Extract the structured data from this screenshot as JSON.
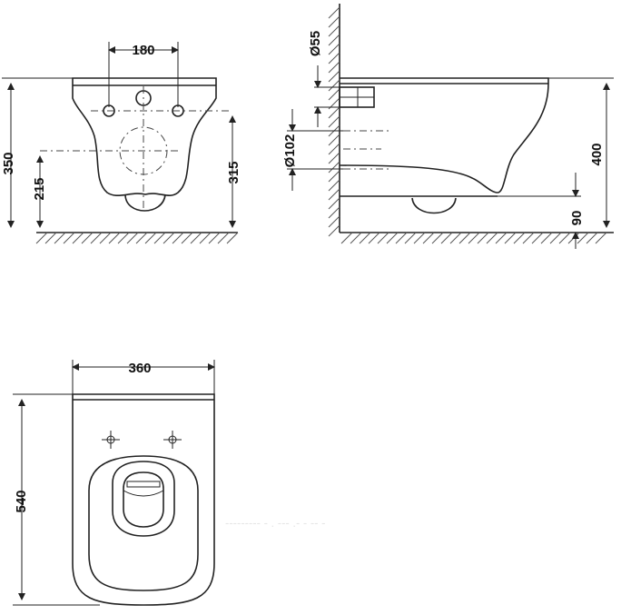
{
  "front_view": {
    "width_between_bolts": "180",
    "total_height": "350",
    "outlet_height": "215",
    "mount_height": "315"
  },
  "side_view": {
    "inlet_diameter": "Ø55",
    "outlet_diameter": "Ø102",
    "height": "400",
    "clearance": "90"
  },
  "top_view": {
    "width": "360",
    "length": "540"
  },
  "ghost_text": "--------- - . ---  .- - -- -"
}
